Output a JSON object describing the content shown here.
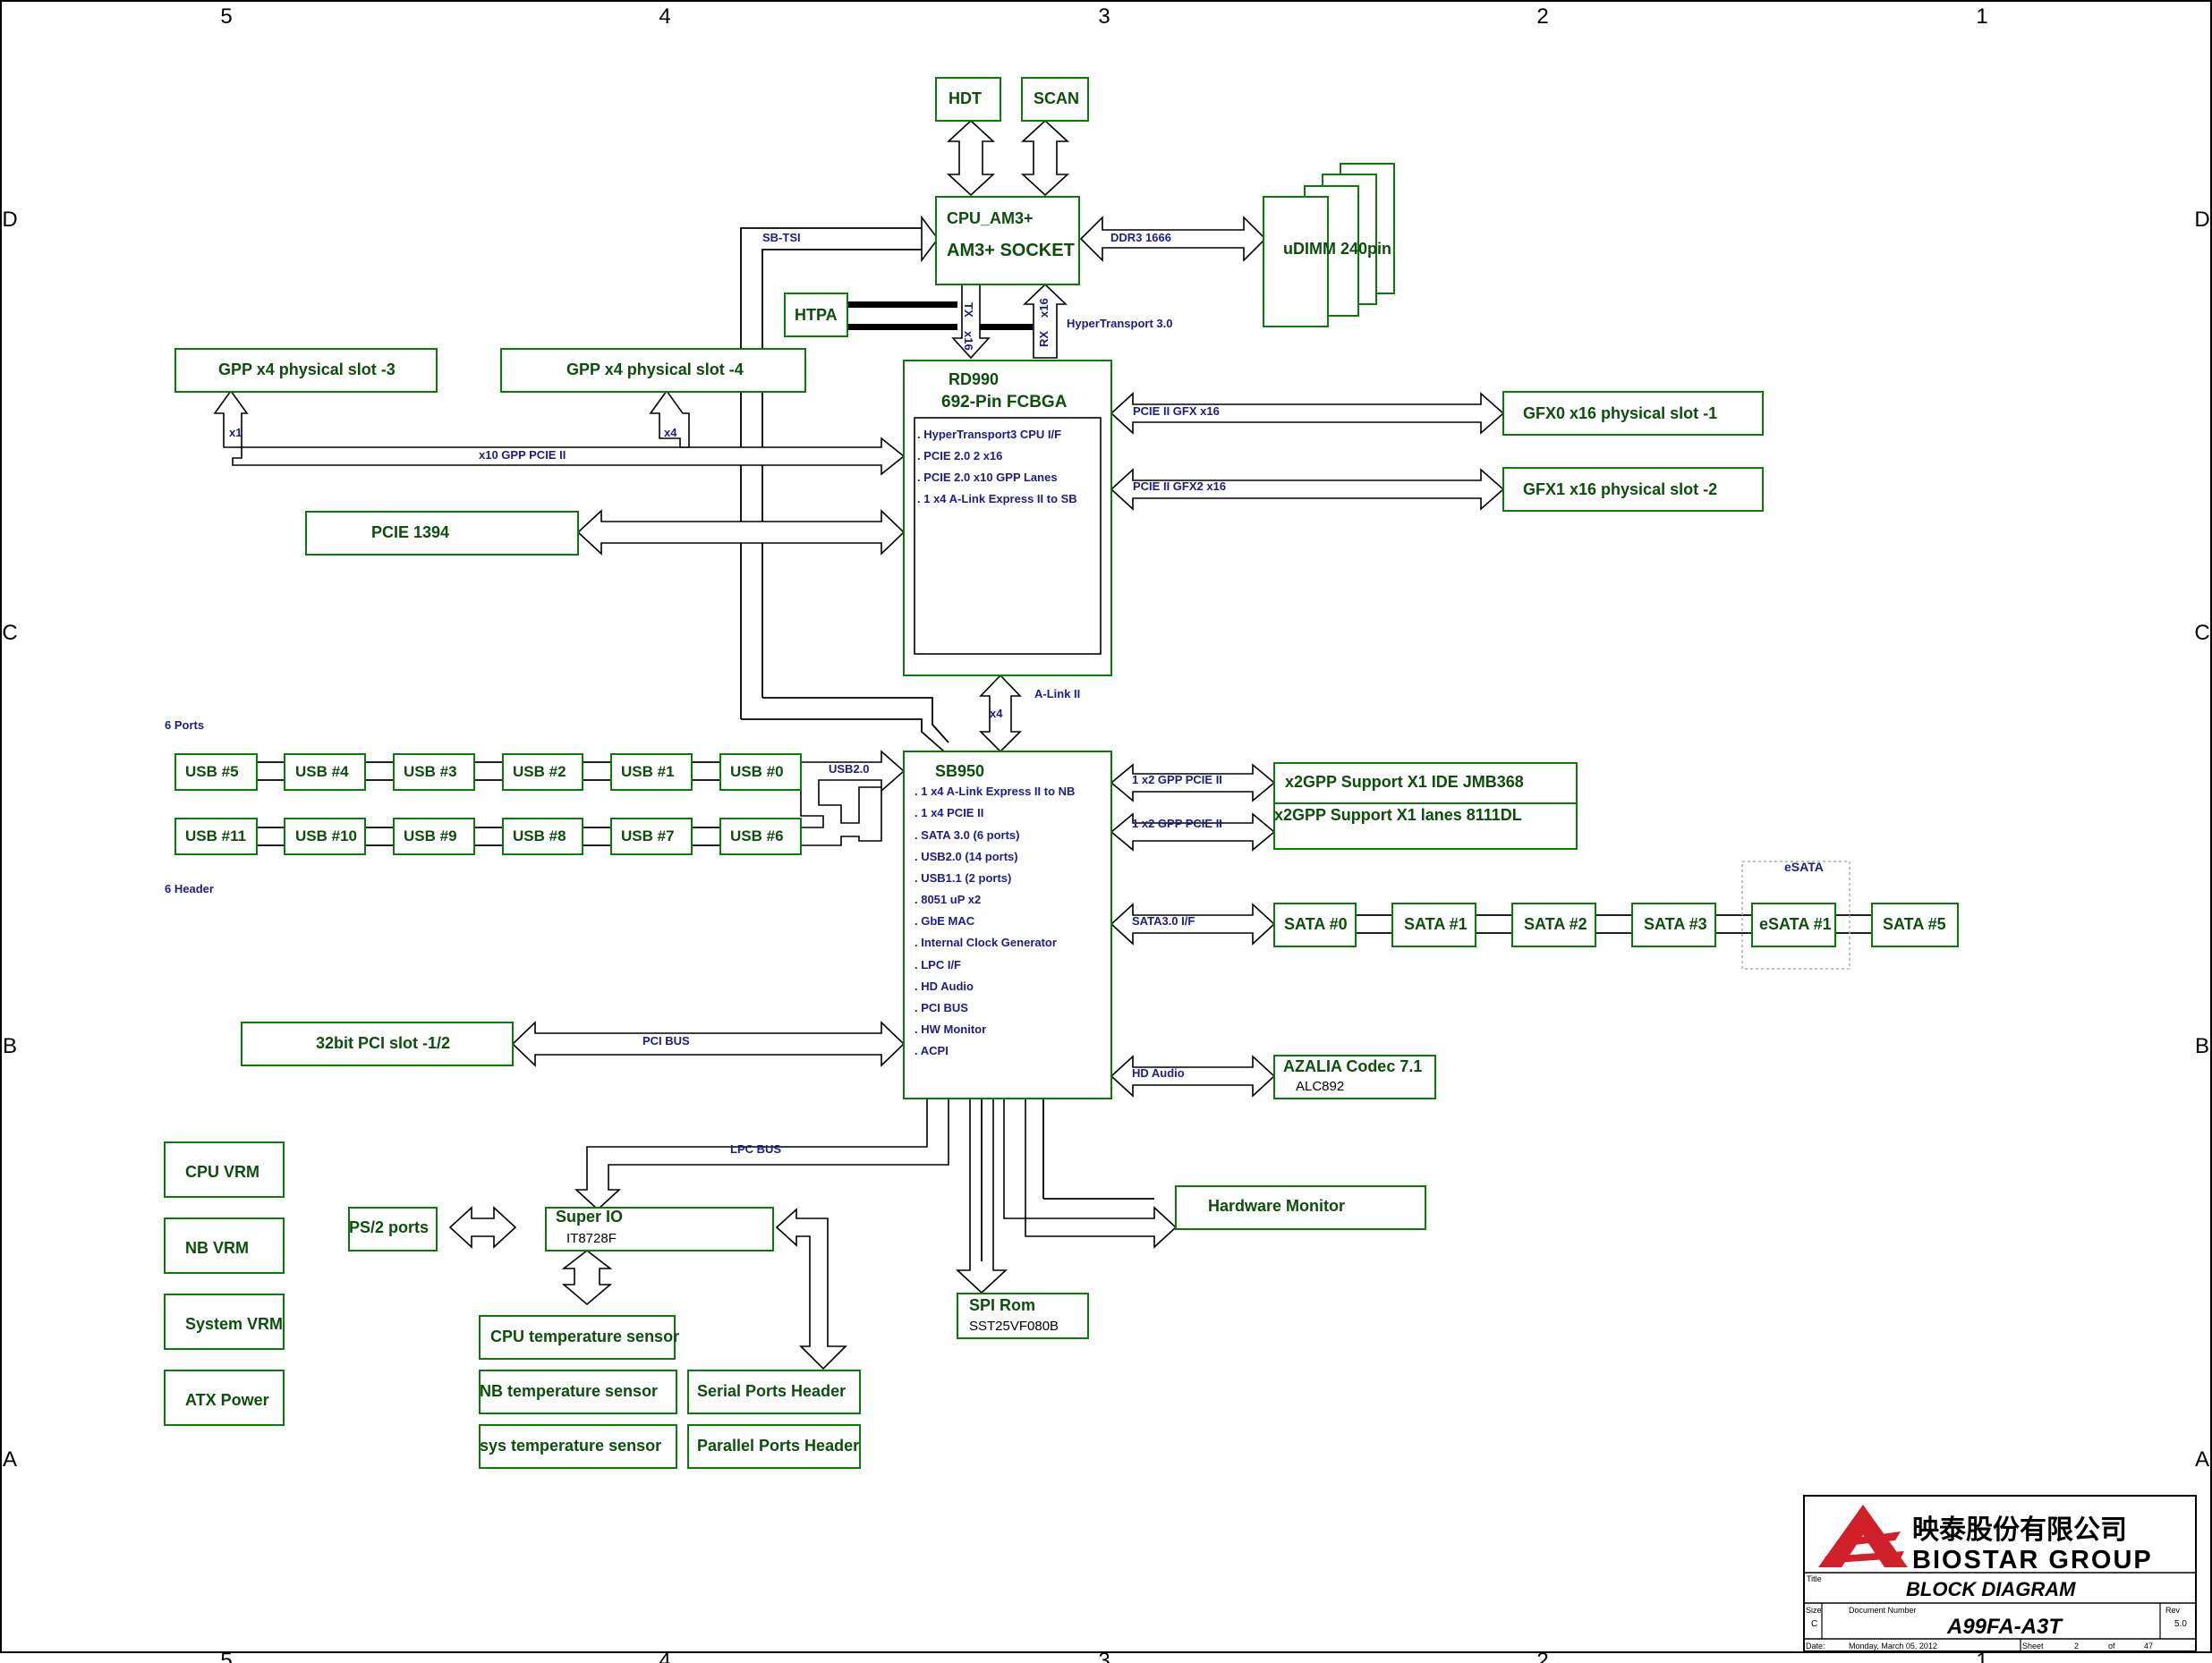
{
  "border": {
    "cols_top": [
      "5",
      "4",
      "3",
      "2",
      "1"
    ],
    "cols_bottom": [
      "5",
      "4",
      "3",
      "2",
      "1"
    ],
    "rows_left": [
      "D",
      "C",
      "B",
      "A"
    ],
    "rows_right": [
      "D",
      "C",
      "B",
      "A"
    ]
  },
  "blocks": {
    "hdt": "HDT",
    "scan": "SCAN",
    "cpu_title": "CPU_AM3+",
    "cpu_socket": "AM3+ SOCKET",
    "udimm": "uDIMM 240pin",
    "htpa": "HTPA",
    "nb_title": "RD990",
    "nb_sub": "692-Pin FCBGA",
    "nb_features": [
      ". HyperTransport3 CPU I/F",
      ". PCIE 2.0 2 x16",
      ". PCIE 2.0 x10 GPP Lanes",
      ". 1 x4 A-Link Express II to SB"
    ],
    "gpp3": "GPP x4  physical slot -3",
    "gpp4": "GPP x4  physical slot -4",
    "pcie1394": "PCIE 1394",
    "gfx0": "GFX0 x16 physical slot -1",
    "gfx1": "GFX1 x16 physical slot -2",
    "sb_title": "SB950",
    "sb_features": [
      ". 1 x4 A-Link Express II to NB",
      ". 1 x4 PCIE II",
      ". SATA 3.0 (6 ports)",
      ". USB2.0 (14 ports)",
      ". USB1.1 (2 ports)",
      ". 8051 uP x2",
      ". GbE MAC",
      ". Internal Clock Generator",
      ". LPC I/F",
      ". HD Audio",
      ". PCI BUS",
      ". HW Monitor",
      ". ACPI"
    ],
    "usb_top": [
      "USB #5",
      "USB #4",
      "USB #3",
      "USB #2",
      "USB #1",
      "USB #0"
    ],
    "usb_bottom": [
      "USB #11",
      "USB #10",
      "USB #9",
      "USB #8",
      "USB #7",
      "USB #6"
    ],
    "x2gpp_ide": "x2GPP Support X1 IDE JMB368",
    "x2gpp_lan": "x2GPP Support X1 lanes 8111DL",
    "sata": [
      "SATA #0",
      "SATA #1",
      "SATA #2",
      "SATA #3",
      "eSATA #1",
      "SATA #5"
    ],
    "esata_group": "eSATA",
    "pci_slot": "32bit PCI slot -1/2",
    "azalia": "AZALIA Codec 7.1",
    "azalia_part": "ALC892",
    "hw_monitor": "Hardware Monitor",
    "spi_rom": "SPI Rom",
    "spi_part": "SST25VF080B",
    "super_io": "Super IO",
    "super_io_part": "IT8728F",
    "ps2": "PS/2 ports",
    "cpu_temp": "CPU temperature sensor",
    "nb_temp": "NB temperature sensor",
    "sys_temp": "sys temperature sensor",
    "serial": "Serial Ports Header",
    "parallel": "Parallel Ports Header",
    "cpu_vrm": "CPU VRM",
    "nb_vrm": "NB VRM",
    "sys_vrm": "System VRM",
    "atx": "ATX Power"
  },
  "labels": {
    "sb_tsi": "SB-TSI",
    "ddr3": "DDR3 1666",
    "tx": "TX",
    "x16_tx": "x16",
    "rx": "RX",
    "x16_rx": "x16",
    "ht3": "HyperTransport 3.0",
    "x1": "x1",
    "x4_gpp": "x4",
    "x10": "x10 GPP PCIE II",
    "pcie_gfx": "PCIE II GFX x16",
    "pcie_gfx2": "PCIE II GFX2 x16",
    "alink": "A-Link II",
    "x4_alink": "x4",
    "six_ports": "6 Ports",
    "six_header": "6 Header",
    "usb2": "USB2.0",
    "gpp_x2_a": "1 x2 GPP PCIE II",
    "gpp_x2_b": "1 x2 GPP PCIE II",
    "sata3": "SATA3.0 I/F",
    "pci_bus": "PCI BUS",
    "hd_audio": "HD Audio",
    "lpc_bus": "LPC BUS"
  },
  "title_block": {
    "company_cn": "映泰股份有限公司",
    "company_en": "BIOSTAR GROUP",
    "title_label": "Title",
    "title": "BLOCK DIAGRAM",
    "size_label": "Size",
    "size": "C",
    "docnum_label": "Document Number",
    "docnum": "A99FA-A3T",
    "rev_label": "Rev",
    "rev": "5.0",
    "date_label": "Date:",
    "date": "Monday, March 05, 2012",
    "sheet_label": "Sheet",
    "sheet": "2",
    "of_label": "of",
    "total": "47"
  },
  "colors": {
    "box_border": "#0a7a0a",
    "block_text": "#0b4f0b",
    "link_text": "#1c1c8a",
    "logo_red": "#d0202a"
  }
}
